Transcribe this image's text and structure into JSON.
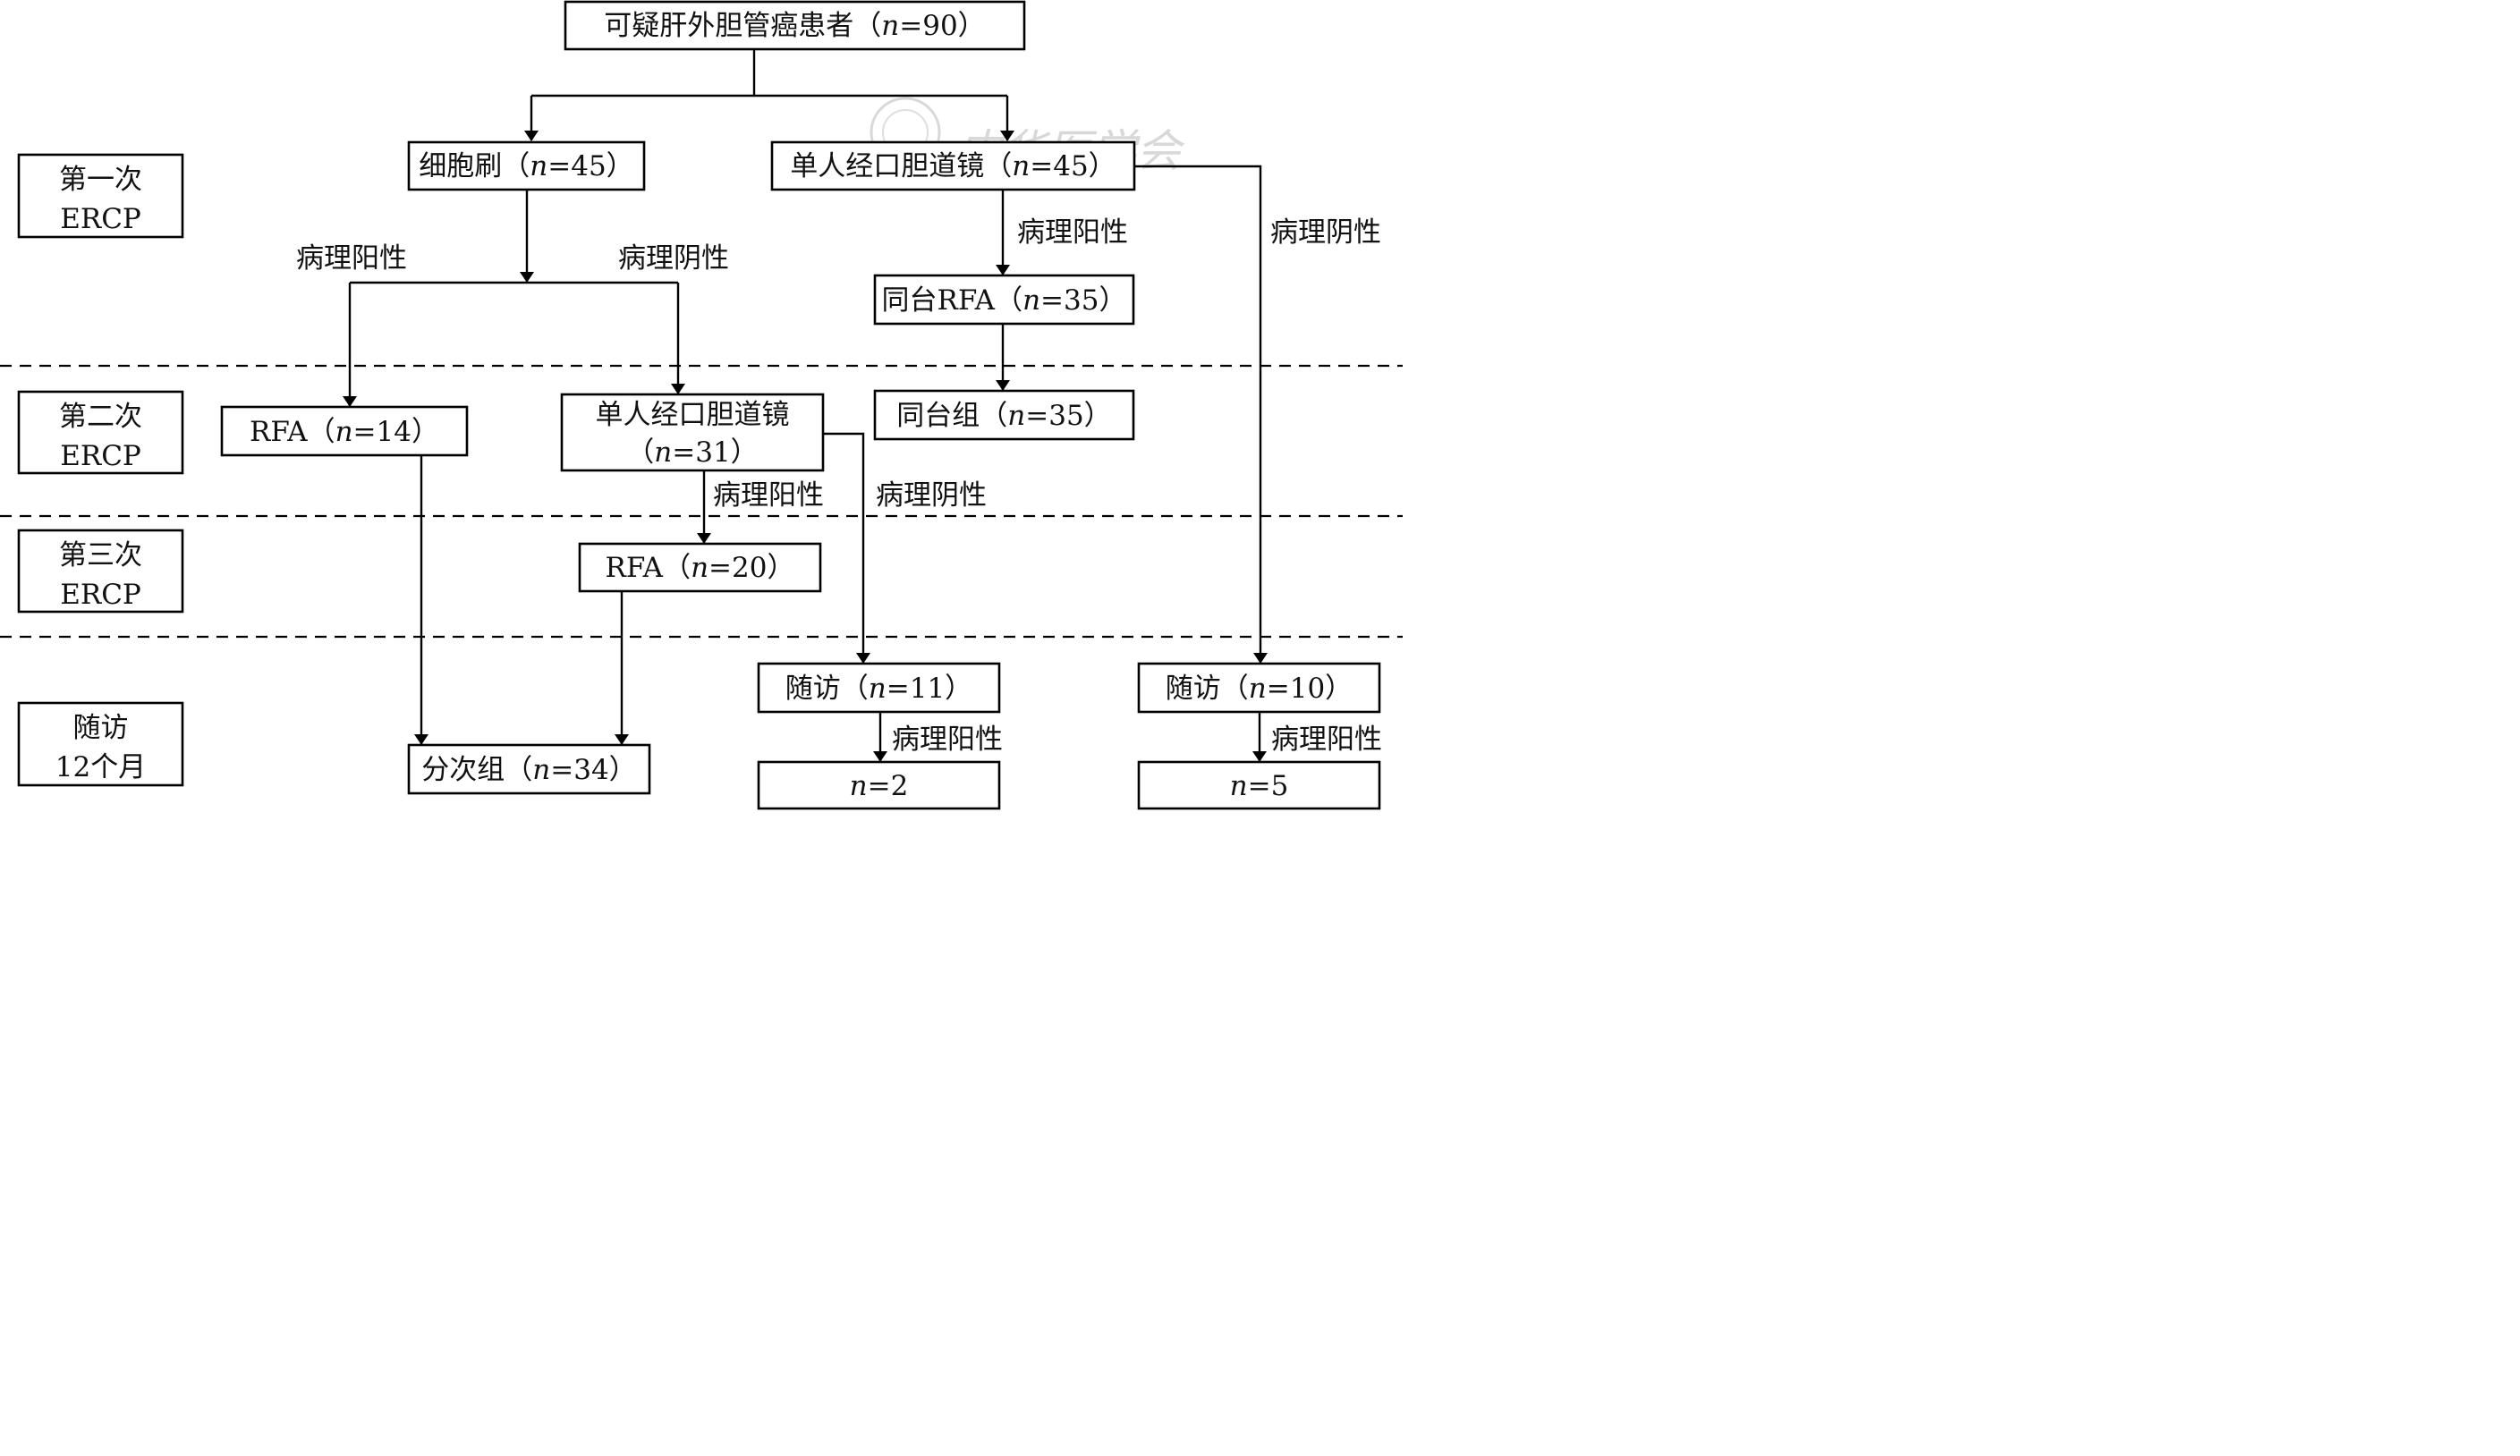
{
  "stages": [
    {
      "line1": "第一次",
      "line2": "ERCP"
    },
    {
      "line1": "第二次",
      "line2": "ERCP"
    },
    {
      "line1": "第三次",
      "line2": "ERCP"
    },
    {
      "line1": "随访",
      "line2": "12个月"
    }
  ],
  "nodes": {
    "root": {
      "text": "可疑肝外胆管癌患者（",
      "n": "n",
      "val": "=90）"
    },
    "brush": {
      "text": "细胞刷（",
      "n": "n",
      "val": "=45）"
    },
    "scope1": {
      "text": "单人经口胆道镜（",
      "n": "n",
      "val": "=45）"
    },
    "rfa_same": {
      "text": "同台RFA（",
      "n": "n",
      "val": "=35）"
    },
    "same_grp": {
      "text": "同台组（",
      "n": "n",
      "val": "=35）"
    },
    "rfa14": {
      "text": "RFA（",
      "n": "n",
      "val": "=14）"
    },
    "scope2": {
      "line1": "单人经口胆道镜",
      "text": "（",
      "n": "n",
      "val": "=31）"
    },
    "rfa20": {
      "text": "RFA（",
      "n": "n",
      "val": "=20）"
    },
    "split_grp": {
      "text": "分次组（",
      "n": "n",
      "val": "=34）"
    },
    "fu11": {
      "text": "随访（",
      "n": "n",
      "val": "=11）"
    },
    "fu10": {
      "text": "随访（",
      "n": "n",
      "val": "=10）"
    },
    "res2": {
      "text": "",
      "n": "n",
      "val": "=2"
    },
    "res5": {
      "text": "",
      "n": "n",
      "val": "=5"
    }
  },
  "edge_labels": {
    "positive": "病理阳性",
    "negative": "病理阴性"
  },
  "watermark": "中华医学会"
}
